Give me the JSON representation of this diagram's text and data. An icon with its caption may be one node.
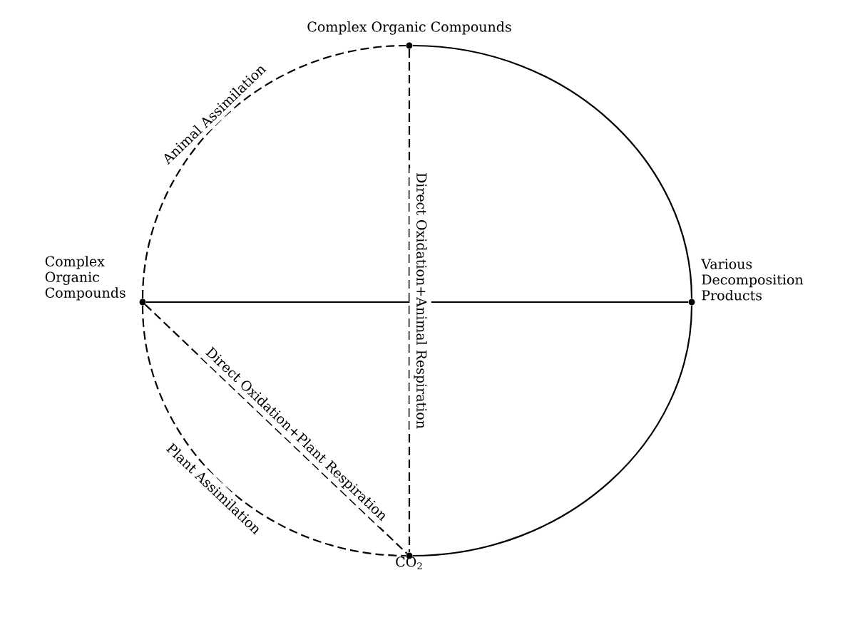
{
  "diagram": {
    "nodes": [
      {
        "text": [],
        "shape": "circle",
        "beside": [
          "Complex Organic Compounds"
        ]
      },
      {
        "text": [],
        "shape": "circle",
        "beside": [
          "Complex Organic Compounds"
        ]
      },
      {
        "text": [],
        "shape": "circle",
        "beside": [
          "Various Decomposition Products"
        ]
      },
      {
        "text": [],
        "shape": "circle",
        "beside": [
          "CO$_{2}$"
        ]
      }
    ],
    "edges": [
      {
        "from": 1,
        "to": 0,
        "arrow": "none",
        "style": "dashed",
        "label": "Animal Assimilation"
      },
      {
        "from": 0,
        "to": 2,
        "arrow": "none"
      },
      {
        "from": 1,
        "to": 2,
        "arrow": "none"
      },
      {
        "from": 0,
        "to": 3,
        "arrow": "none",
        "style": "dashed",
        "label": "Direct Oxidation+Animal Respiration"
      },
      {
        "from": 1,
        "to": 3,
        "arrow": "none",
        "style": "dashed",
        "label": "Direct Oxidation+Plant Respiration"
      },
      {
        "from": 1,
        "to": 3,
        "arrow": "none",
        "style": "dashed",
        "label": "Plant Assimilation"
      },
      {
        "from": 2,
        "to": 3,
        "arrow": "none"
      }
    ]
  }
}
